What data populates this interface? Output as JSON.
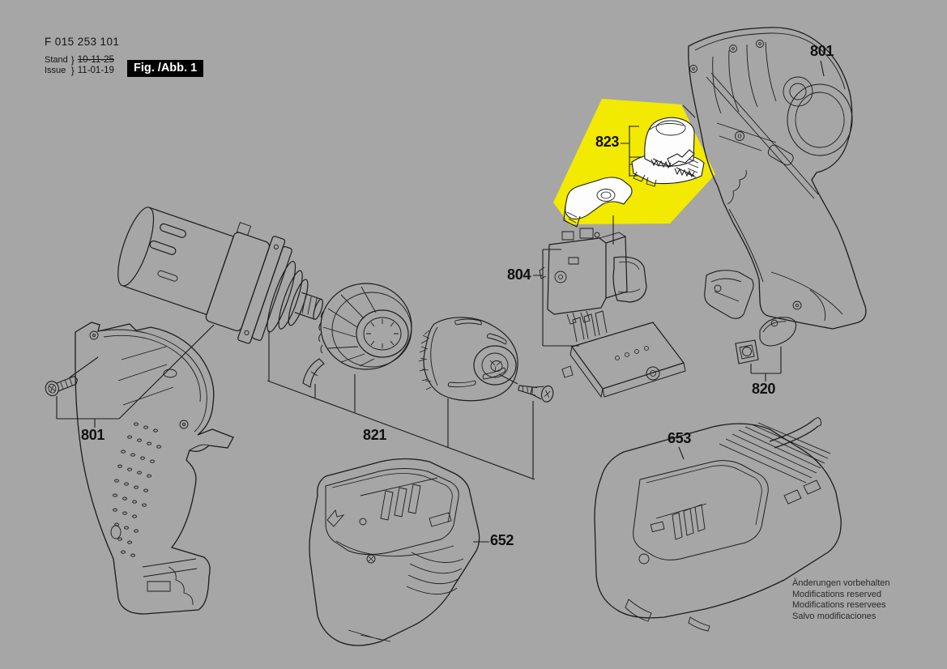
{
  "colors": {
    "background": "#a6a6a6",
    "highlight_yellow": "#f2ea00",
    "line": "#1c1c1c",
    "fig_box_bg": "#000000",
    "fig_box_text": "#ffffff"
  },
  "header": {
    "document_number": "F 015 253 101",
    "revision": {
      "stand_label": "Stand",
      "issue_label": "Issue",
      "brace": "}",
      "old_date": "10-11-25",
      "new_date": "11-01-19"
    },
    "figure_label": "Fig. /Abb. 1"
  },
  "part_labels": {
    "housing_right": "801",
    "housing_left": "801",
    "direction_lever_set": "823",
    "switch_module": "804",
    "cover_set": "820",
    "drive_chuck_group": "821",
    "battery_pack": "652",
    "charger": "653"
  },
  "footer": {
    "line1": "Änderungen vorbehalten",
    "line2": "Modifications reserved",
    "line3": "Modifications reservees",
    "line4": "Salvo modificaciones"
  }
}
